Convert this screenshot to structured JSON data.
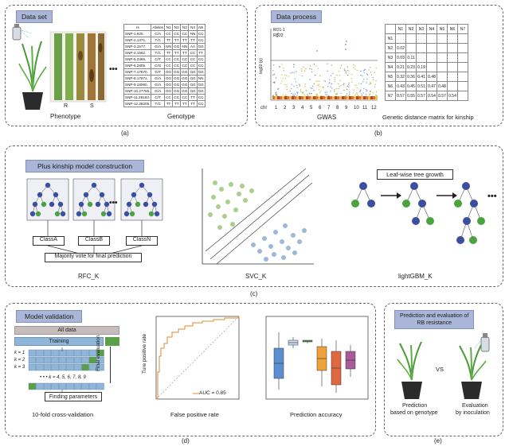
{
  "panel_a": {
    "title": "Data set",
    "phenotype_label": "Phenotype",
    "genotype_label": "Genotype",
    "leaf_labels": [
      "R",
      "S"
    ],
    "ellipsis": "•••",
    "caption": "(a)",
    "table_headers": [
      "rs",
      "Alleles",
      "N1",
      "N2",
      "N3",
      "N4",
      "N5"
    ],
    "table_rows": [
      [
        "SNP-1.920.",
        "C/A",
        "CC",
        "CC",
        "CC",
        "NN",
        "CC"
      ],
      [
        "SNP-2.1371.",
        "T/C",
        "TT",
        "TT",
        "TT",
        "TT",
        "CC"
      ],
      [
        "SNP-3.1577.",
        "G/A",
        "NN",
        "GG",
        "NN",
        "AA",
        "GG"
      ],
      [
        "SNP-4.1682.",
        "T/C",
        "TT",
        "TT",
        "TT",
        "CC",
        "TT"
      ],
      [
        "SNP-5.2365.",
        "C/T",
        "CC",
        "CC",
        "CC",
        "CC",
        "CC"
      ],
      [
        "SNP-6.2805.",
        "C/G",
        "CC",
        "CC",
        "CC",
        "CC",
        "CC"
      ],
      [
        "SNP-7.17870.",
        "G/T",
        "GG",
        "GG",
        "GG",
        "GG",
        "GG"
      ],
      [
        "SNP-8.17871.",
        "G/A",
        "GG",
        "GG",
        "GG",
        "GG",
        "NN"
      ],
      [
        "SNP-9.18060.",
        "G/A",
        "GG",
        "GG",
        "GG",
        "GG",
        "GG"
      ],
      [
        "SNP-10.27755.",
        "G/A",
        "GG",
        "GG",
        "GG",
        "GG",
        "GG"
      ],
      [
        "SNP-11.28183.",
        "C/T",
        "CC",
        "CC",
        "CC",
        "TT",
        "CC"
      ],
      [
        "SNP-12.28205.",
        "T/C",
        "TT",
        "TT",
        "TT",
        "TT",
        "CC"
      ]
    ]
  },
  "panel_b": {
    "title": "Data process",
    "gwas_label": "GWAS",
    "ylabel": "log10 (p)",
    "peak_labels": [
      "RO1-1",
      "RB22"
    ],
    "chr_label": "chr",
    "chromosomes": [
      "1",
      "2",
      "3",
      "4",
      "5",
      "6",
      "7",
      "8",
      "9",
      "10",
      "11",
      "12"
    ],
    "matrix_label": "Genetic distance matrix for kinship",
    "caption": "(b)",
    "kin_headers": [
      "N1",
      "N2",
      "N3",
      "N4",
      "N5",
      "N6",
      "N7"
    ],
    "kin_rows": [
      [
        "N1"
      ],
      [
        "N2",
        "0.02"
      ],
      [
        "N3",
        "0.03",
        "0.11"
      ],
      [
        "N4",
        "0.21",
        "0.23",
        "0.19"
      ],
      [
        "N5",
        "0.32",
        "0.36",
        "0.41",
        "0.48"
      ],
      [
        "N6",
        "0.43",
        "0.45",
        "0.51",
        "0.47",
        "0.48"
      ],
      [
        "N7",
        "0.57",
        "0.55",
        "0.57",
        "0.54",
        "0.57",
        "0.54"
      ]
    ]
  },
  "panel_c": {
    "title": "Plus kinship model construction",
    "classes": [
      "ClassA",
      "ClassB",
      "ClassN"
    ],
    "ellipsis": "•••",
    "vote_label": "Majority vote for final prediction",
    "rfc_label": "RFC_K",
    "svc_label": "SVC_K",
    "lgbm_title": "Leaf-wise tree growth",
    "lgbm_label": "lightGBM_K",
    "caption": "(c)"
  },
  "panel_d": {
    "title": "Model validation",
    "all_data": "All data",
    "training": "Training",
    "k_labels": [
      "k = 1",
      "k = 2",
      "k = 3"
    ],
    "k_more": "• • • k = 4, 5, 6, 7, 8, 9",
    "final_eval": "Final evaluation",
    "finding": "Finding parameters",
    "cv_label": "10-fold cross-validation",
    "roc_ylabel": "Ture positive rate",
    "roc_xlabel": "False positive rate",
    "auc_label": "AUC = 0.85",
    "acc_label": "Prediction accuracy",
    "caption": "(d)",
    "colors": {
      "training": "#8fb6d9",
      "test": "#5aa04a",
      "roc": "#e08a2e"
    }
  },
  "panel_e": {
    "title_line1": "Prediction and evaluation of",
    "title_line2": "RB resistance",
    "vs": "VS",
    "left_line1": "Prediction",
    "left_line2": "based on genotype",
    "right_line1": "Evaluation",
    "right_line2": "by inoculation",
    "caption": "(e)"
  },
  "colors": {
    "node_blue": "#3b4fa0",
    "node_green": "#4aa340",
    "title_bg": "#a9b6d8"
  }
}
